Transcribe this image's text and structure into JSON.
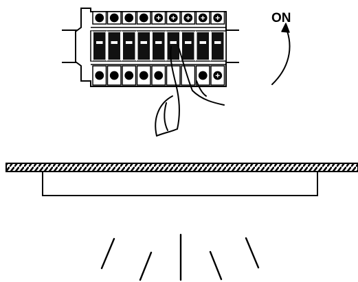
{
  "labels": {
    "on": "ON"
  },
  "colors": {
    "ink": "#000000",
    "paper": "#ffffff",
    "switch_body": "#111111"
  },
  "icons": {
    "breaker_panel": "circuit-breaker-panel-icon",
    "hand": "hand-pressing-switch-icon",
    "arrow": "curved-up-arrow-icon",
    "light": "ceiling-light-fixture-icon",
    "rays": "light-rays-icon"
  },
  "breakers": {
    "count": 9,
    "top_terminals": [
      "screw",
      "screw",
      "screw",
      "screw",
      "cross",
      "cross",
      "cross",
      "cross",
      "cross"
    ],
    "bottom_terminals": [
      "screw",
      "screw",
      "screw",
      "screw",
      "screw",
      "empty",
      "empty",
      "screw",
      "cross"
    ]
  },
  "light_rays": {
    "count": 5
  }
}
